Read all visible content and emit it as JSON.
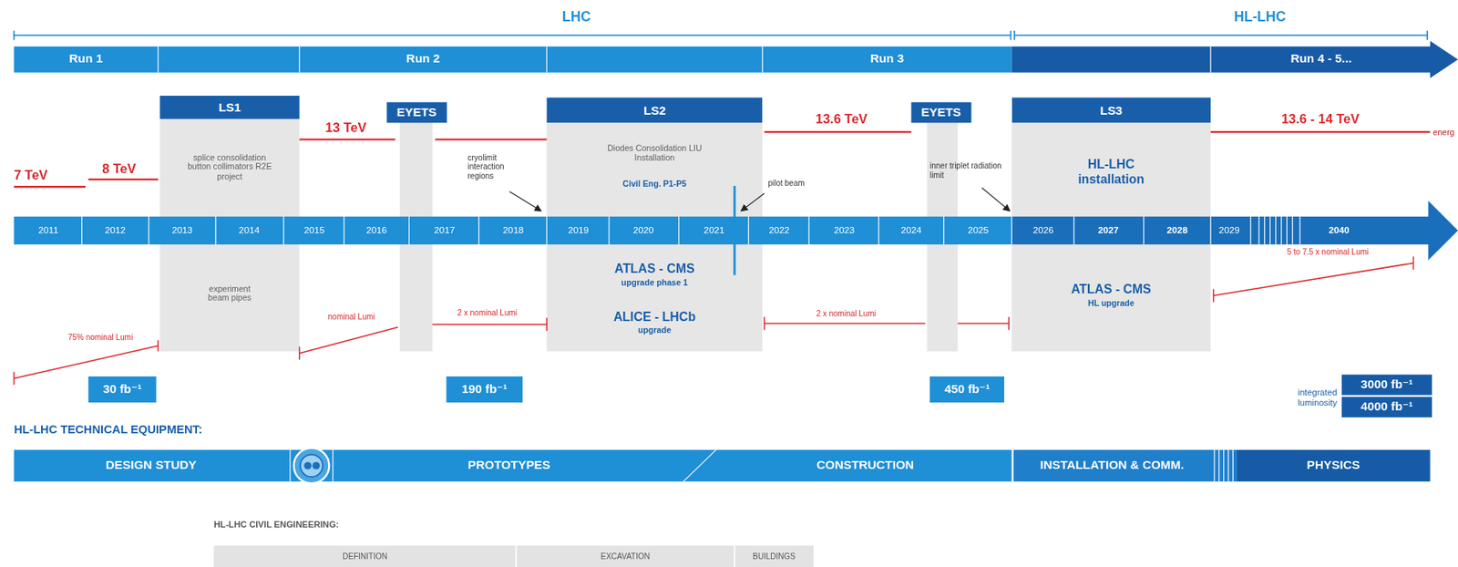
{
  "diagram": {
    "nodes": [
      {
        "text": [
          "Run 1"
        ]
      },
      {
        "text": [
          "Run 2"
        ]
      },
      {
        "text": [
          "Run 3"
        ]
      },
      {
        "text": [
          "Run 4 - 5..."
        ]
      },
      {
        "text": [
          "LS1",
          "splice consolidation button collimators R2E project",
          "experiment beam pipes"
        ]
      },
      {
        "text": [
          "EYETS"
        ]
      },
      {
        "text": [
          "LS2",
          "Diodes Consolidation LIU Installation",
          "Civil Eng. P1-P5",
          "ATLAS - CMS",
          "upgrade phase 1",
          "ALICE - LHCb",
          "upgrade"
        ]
      },
      {
        "text": [
          "EYETS"
        ]
      },
      {
        "text": [
          "LS3",
          "HL-LHC installation",
          "ATLAS - CMS",
          "HL upgrade"
        ]
      },
      {
        "text": [
          "30 fb⁻¹"
        ]
      },
      {
        "text": [
          "190 fb⁻¹"
        ]
      },
      {
        "text": [
          "450 fb⁻¹"
        ]
      },
      {
        "text": [
          "3000 fb⁻¹"
        ]
      },
      {
        "text": [
          "4000 fb⁻¹"
        ]
      },
      {
        "text": [
          "DESIGN STUDY"
        ]
      },
      {
        "text": [
          "PROTOTYPES"
        ]
      },
      {
        "text": [
          "CONSTRUCTION"
        ]
      },
      {
        "text": [
          "INSTALLATION & COMM."
        ]
      },
      {
        "text": [
          "PHYSICS"
        ]
      },
      {
        "text": [
          "DEFINITION"
        ]
      },
      {
        "text": [
          "EXCAVATION"
        ]
      },
      {
        "text": [
          "BUILDINGS"
        ]
      }
    ],
    "labels": [
      "LHC",
      "HL-LHC",
      "7 TeV",
      "8 TeV",
      "13 TeV",
      "13.6 TeV",
      "13.6 - 14 TeV",
      "energ",
      "cryolimit interaction regions",
      "pilot beam",
      "inner triplet radiation limit",
      "2011",
      "2012",
      "2013",
      "2014",
      "2015",
      "2016",
      "2017",
      "2018",
      "2019",
      "2020",
      "2021",
      "2022",
      "2023",
      "2024",
      "2025",
      "2026",
      "2027",
      "2028",
      "2029",
      "2040",
      "75% nominal Lumi",
      "nominal Lumi",
      "2 x nominal Lumi",
      "2 x nominal Lumi",
      "5 to 7.5 x nominal Lumi",
      "integrated luminosity",
      "HL-LHC TECHNICAL EQUIPMENT:",
      "HL-LHC CIVIL ENGINEERING:"
    ]
  }
}
